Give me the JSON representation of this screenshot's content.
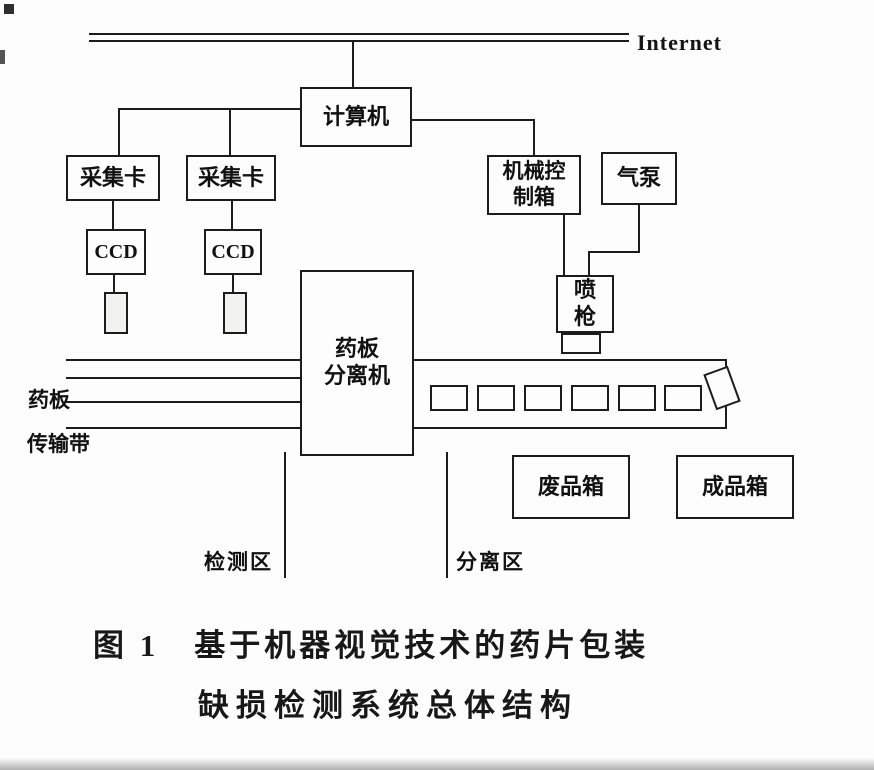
{
  "diagram": {
    "internet": "Internet",
    "computer": "计算机",
    "capture_card_left": "采集卡",
    "capture_card_right": "采集卡",
    "ccd_left": "CCD",
    "ccd_right": "CCD",
    "control_box": {
      "line1": "机械控",
      "line2": "制箱"
    },
    "air_pump": "气泵",
    "spray_gun": {
      "line1": "喷",
      "line2": "枪"
    },
    "separator": {
      "line1": "药板",
      "line2": "分离机"
    },
    "reject_box": "废品箱",
    "finished_box": "成品箱",
    "labels": {
      "pill_board": "药板",
      "conveyor": "传输带",
      "detection_zone": "检测区",
      "separation_zone": "分离区"
    }
  },
  "caption": {
    "line1": "图 1　基于机器视觉技术的药片包装",
    "line2": "缺损检测系统总体结构"
  },
  "colors": {
    "ink": "#1c1c1c",
    "paper": "#fdfdfd"
  }
}
